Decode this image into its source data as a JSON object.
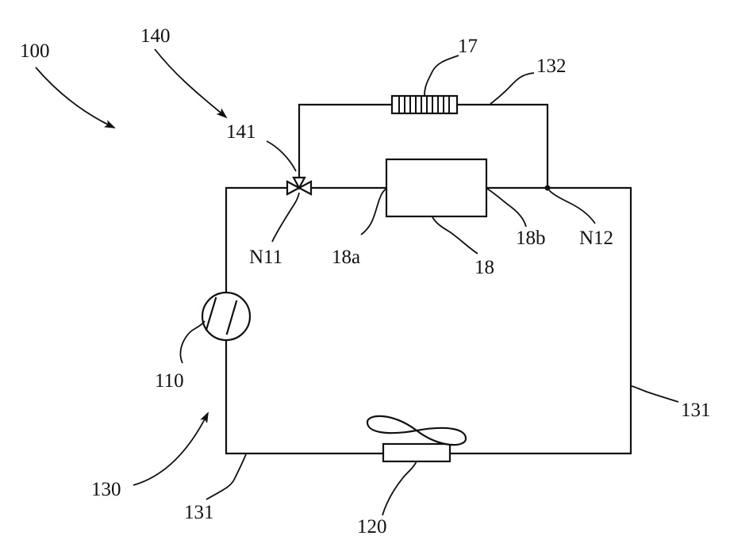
{
  "labels": {
    "system": "100",
    "bypass_assembly": "140",
    "valve": "141",
    "heater": "17",
    "bypass_pipe": "132",
    "node_in": "N11",
    "node_out": "N12",
    "component_inlet": "18a",
    "component_outlet": "18b",
    "component": "18",
    "compressor": "110",
    "main_pipe_right": "131",
    "main_pipe_bottom": "131",
    "loop": "130",
    "fan": "120"
  },
  "colors": {
    "line": "#111111",
    "background": "#ffffff"
  },
  "icons": [
    "three-way-valve-icon",
    "heater-coil-icon",
    "compressor-icon",
    "fan-icon"
  ]
}
